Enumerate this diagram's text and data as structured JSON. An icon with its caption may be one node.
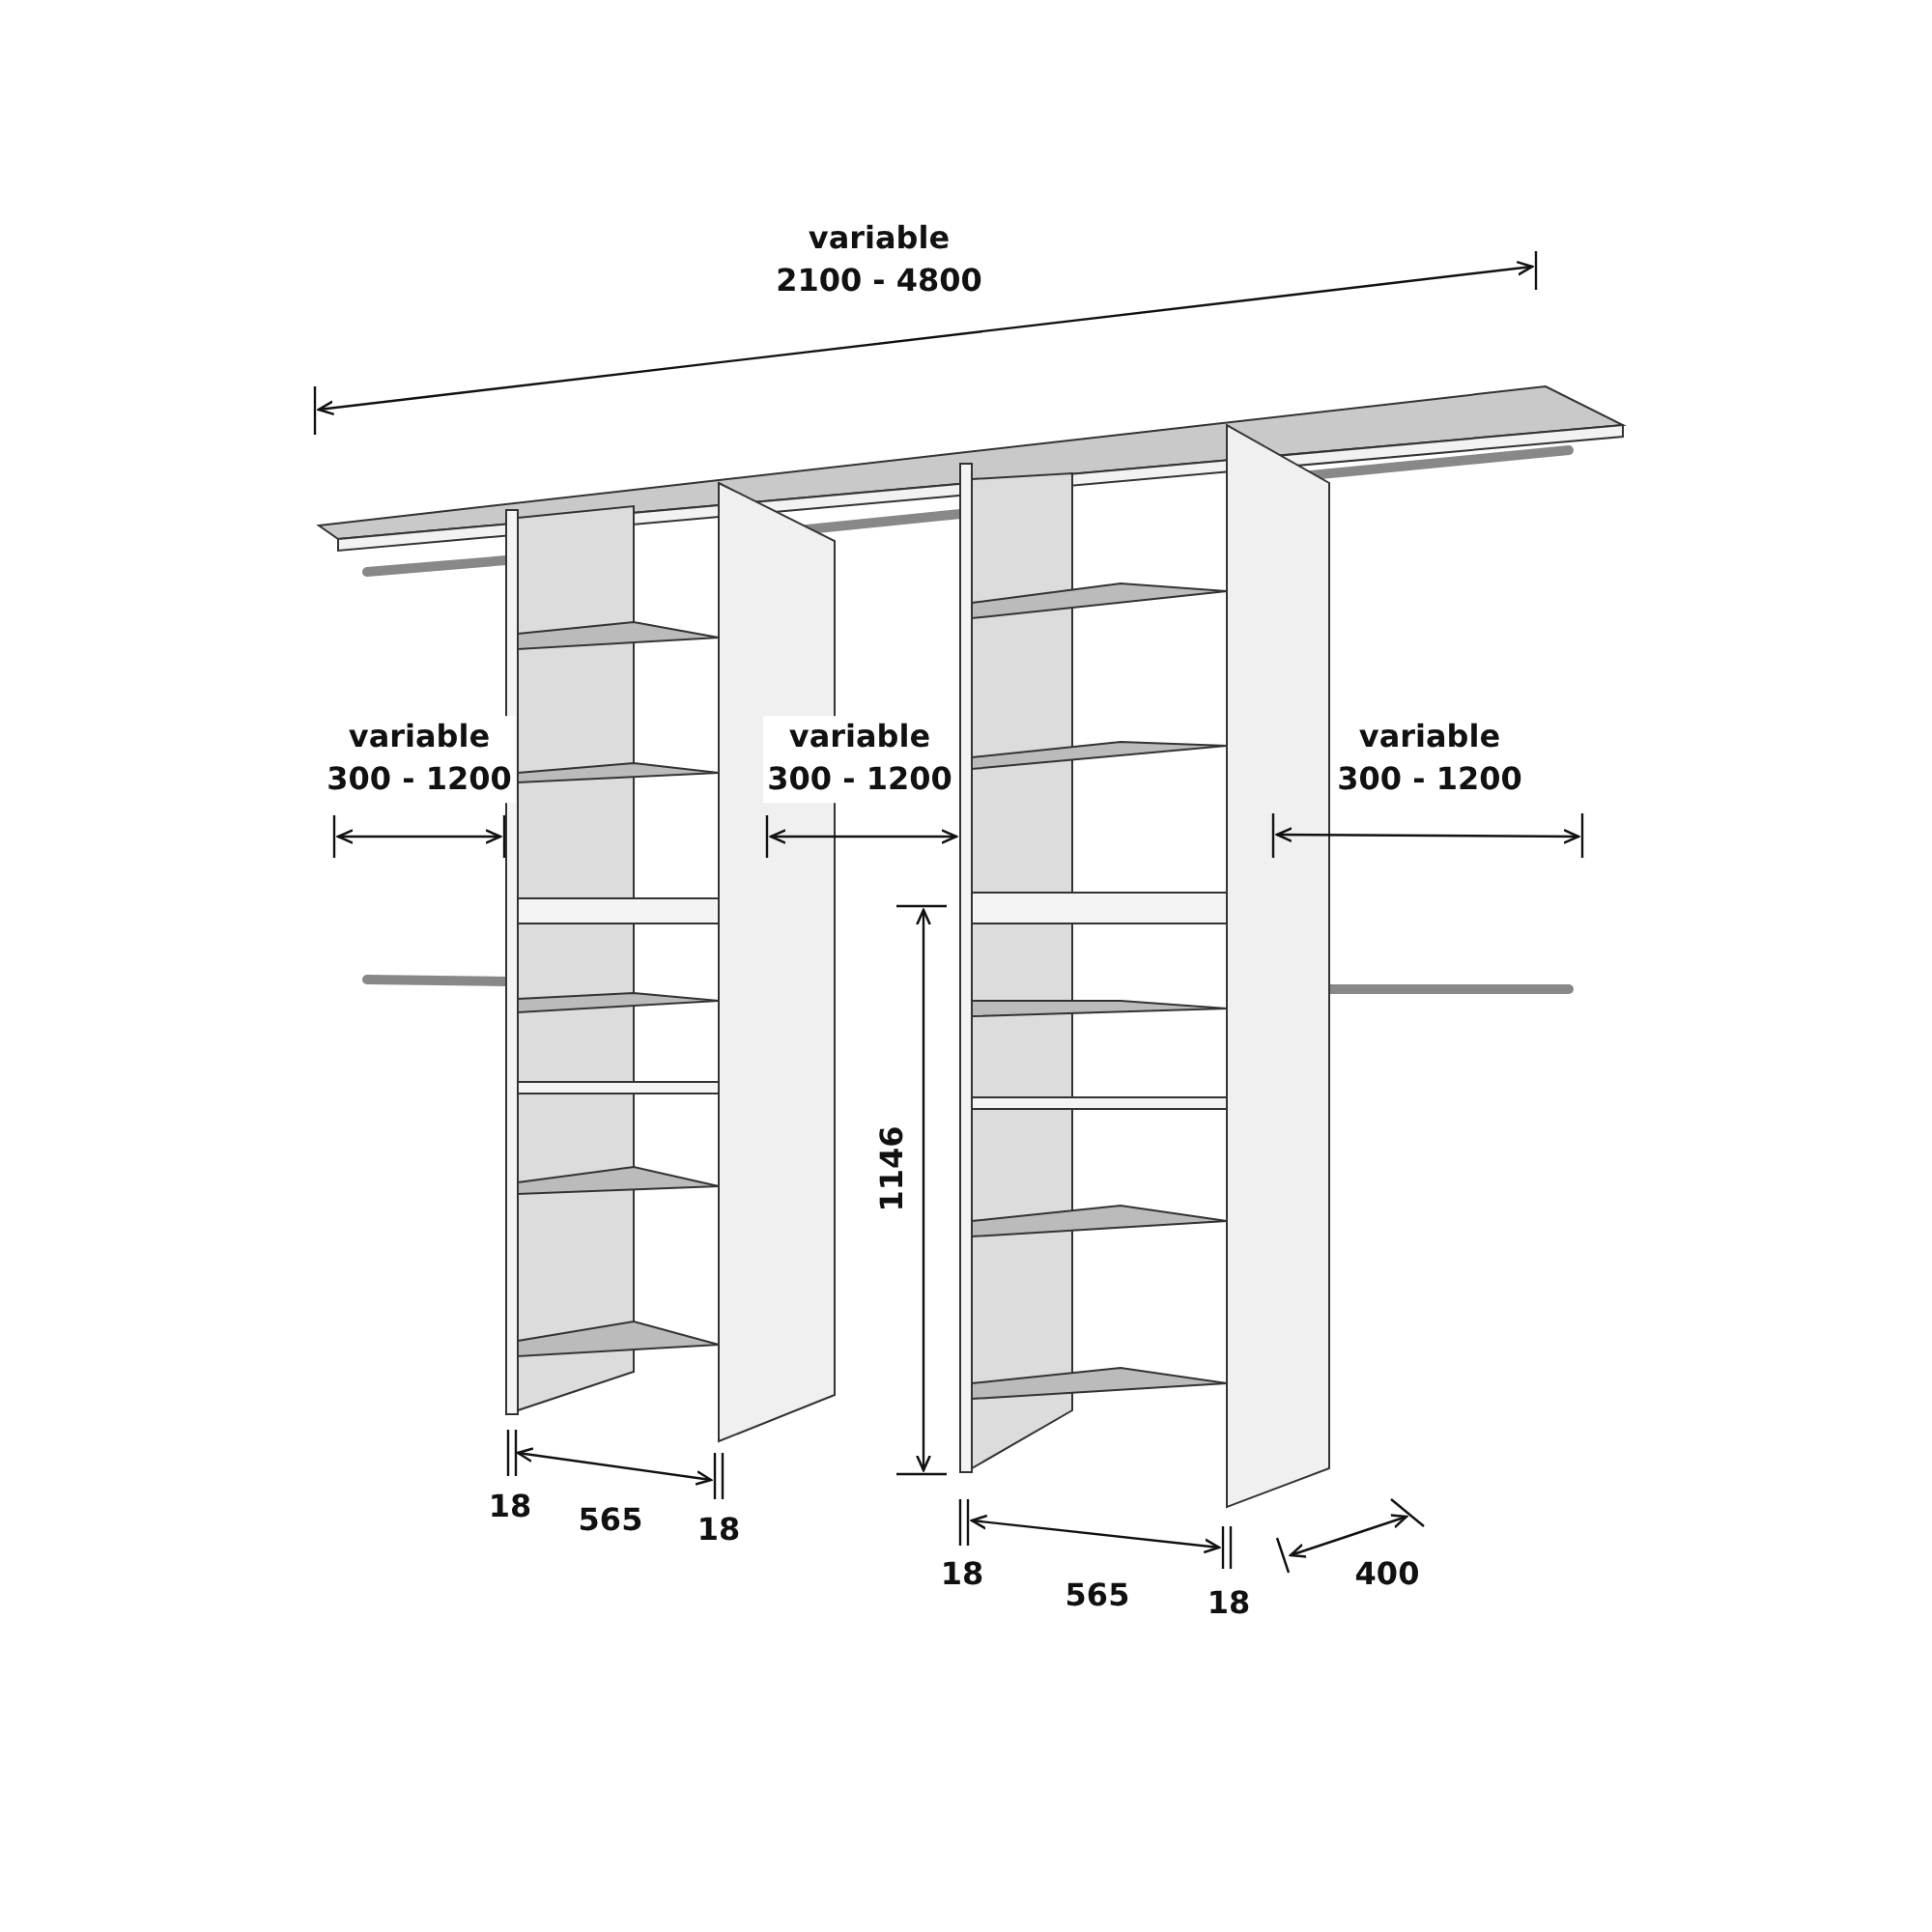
{
  "diagram": {
    "labels": [
      "variable 2100 - 4800",
      "variable 300 - 1200",
      "variable 300 - 1200",
      "variable 300 - 1200",
      "1146",
      "18",
      "565",
      "18",
      "18",
      "565",
      "18",
      "400"
    ]
  }
}
